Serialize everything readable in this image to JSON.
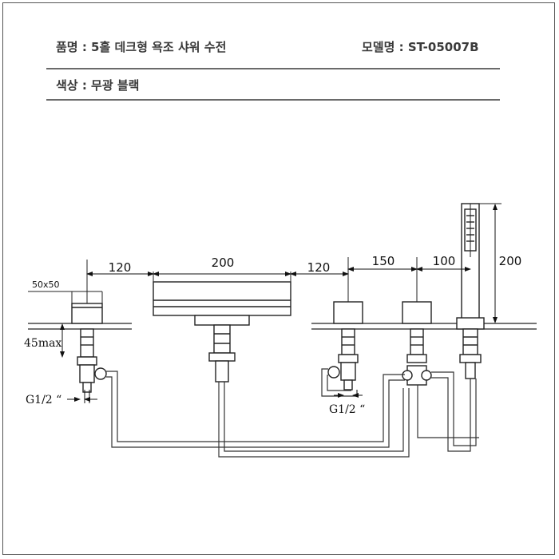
{
  "header": {
    "product_line": "품명 : 5홀 데크형 욕조 샤워 수전",
    "model_line": "모델명 : ST-05007B",
    "color_line": "색상 : 무광 블랙"
  },
  "dimensions": {
    "d_120_left": "120",
    "d_200_spout": "200",
    "d_120_right": "120",
    "d_150": "150",
    "d_100": "100",
    "d_200_height": "200",
    "d_50x50": "50x50",
    "d_45max": "45max",
    "thread_left": "G1/2 “",
    "thread_right": "G1/2 “"
  }
}
